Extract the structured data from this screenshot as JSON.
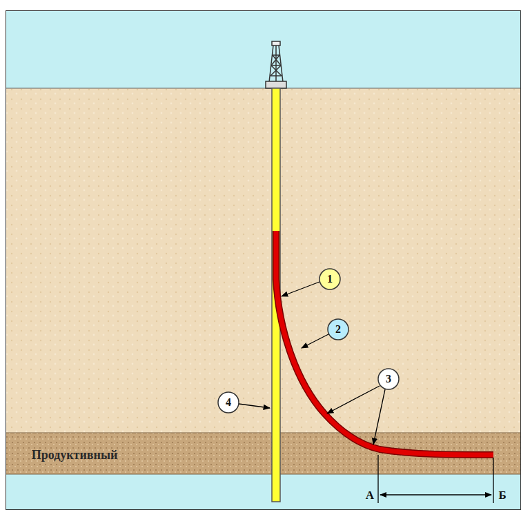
{
  "diagram": {
    "labels": [
      "Продуктивный",
      "1",
      "2",
      "3",
      "4",
      "А",
      "Б"
    ]
  }
}
